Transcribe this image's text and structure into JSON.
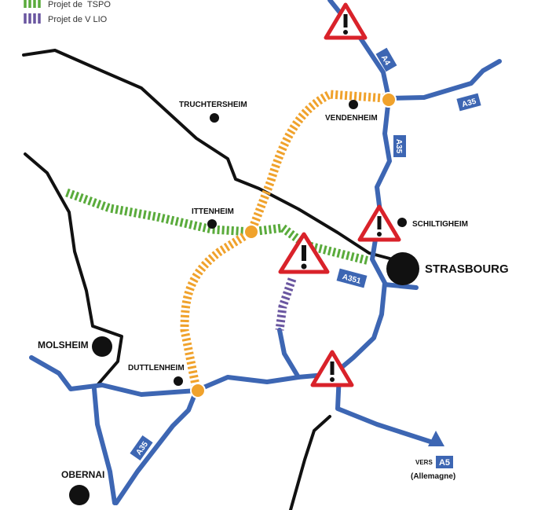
{
  "legend": [
    {
      "label": "Projet de  TSPO",
      "color": "#5aab3c"
    },
    {
      "label": "Projet de V LIO",
      "color": "#6a56a0"
    }
  ],
  "cities": {
    "truchtersheim": "TRUCHTERSHEIM",
    "vendenheim": "VENDENHEIM",
    "ittenheim": "ITTENHEIM",
    "schiltigheim": "SCHILTIGHEIM",
    "strasbourg": "STRASBOURG",
    "molsheim": "MOLSHEIM",
    "duttlenheim": "DUTTLENHEIM",
    "obernai": "OBERNAI"
  },
  "road_signs": {
    "a4": "A4",
    "a35_east": "A35",
    "a35_north": "A35",
    "a351": "A351",
    "a35_south": "A35",
    "a5": "A5"
  },
  "destination": {
    "prefix": "VERS",
    "country": "(Allemagne)"
  },
  "colors": {
    "road": "#3d66b3",
    "tspo": "#5aab3c",
    "vlio": "#6a56a0",
    "orange": "#f0a22c",
    "warning": "#d9222a"
  }
}
